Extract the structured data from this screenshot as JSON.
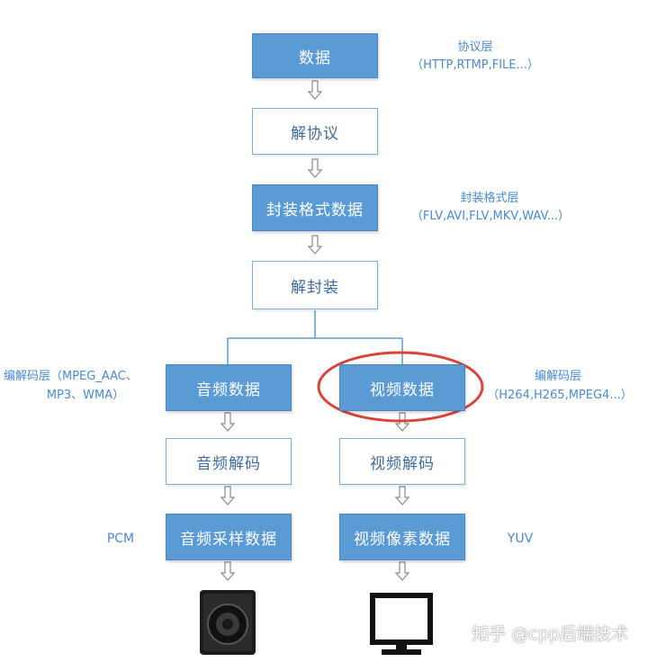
{
  "boxes": {
    "data": "数据",
    "deprotocol": "解协议",
    "container_data": "封装格式数据",
    "demux": "解封装",
    "audio_data": "音频数据",
    "video_data": "视频数据",
    "audio_decode": "音频解码",
    "video_decode": "视频解码",
    "audio_sample_data": "音频采样数据",
    "video_pixel_data": "视频像素数据"
  },
  "annotations": {
    "protocol_layer": "协议层",
    "protocol_examples": "（HTTP,RTMP,FILE...）",
    "container_layer": "封装格式层",
    "container_examples": "（FLV,AVI,FLV,MKV,WAV...）",
    "audio_codec_layer_line1": "编解码层（MPEG_AAC、",
    "audio_codec_layer_line2": "MP3、WMA）",
    "video_codec_layer": "编解码层",
    "video_codec_examples": "（H264,H265,MPEG4...）",
    "pcm": "PCM",
    "yuv": "YUV"
  },
  "highlight": {
    "target": "video_data",
    "color": "#d9443a"
  },
  "icons": {
    "audio_output": "speaker-icon",
    "video_output": "monitor-icon"
  },
  "colors": {
    "box_fill": "#5b9bd5",
    "box_outline": "#7eaedc",
    "annotation_text": "#4a8ad0"
  },
  "watermark": "知乎 @cpp后端技术"
}
